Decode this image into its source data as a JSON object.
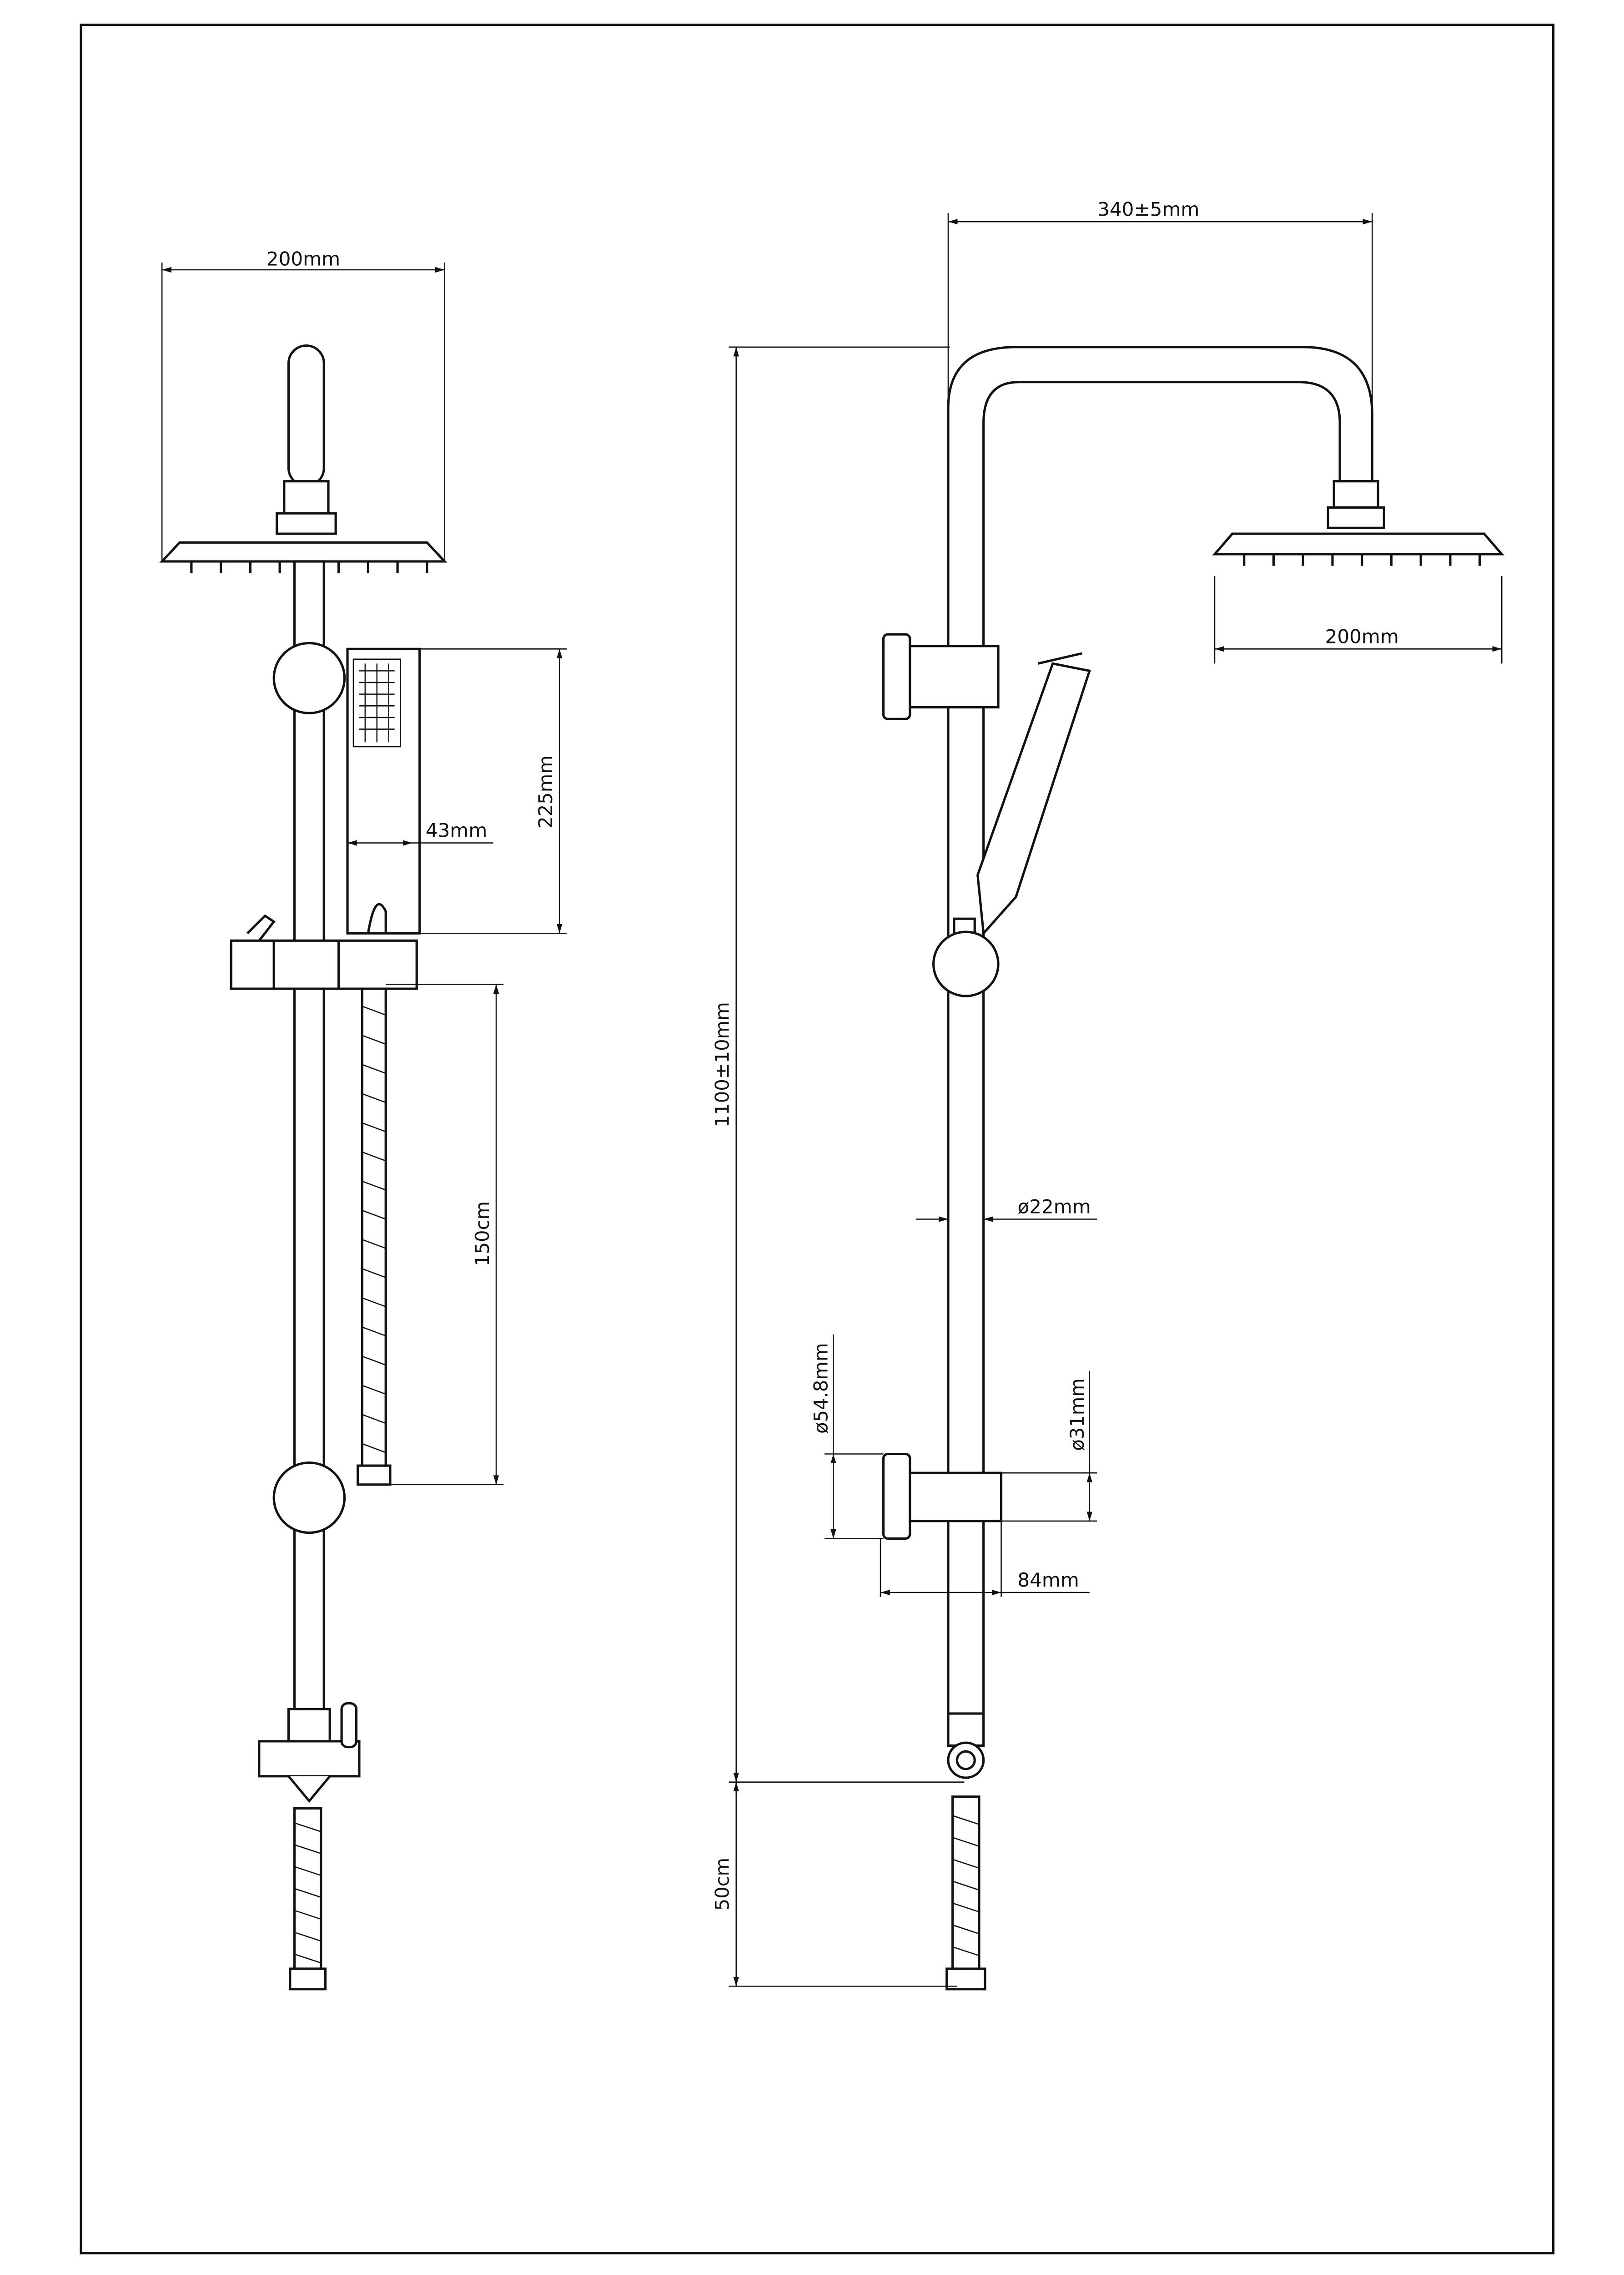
{
  "front_view": {
    "overhead_width": "200mm",
    "hand_shower_width": "43mm",
    "hand_shower_length": "225mm",
    "hose_length": "150cm"
  },
  "side_view": {
    "arm_projection": "340±5mm",
    "overhead_width": "200mm",
    "total_height": "1100±10mm",
    "rail_diameter": "ø22mm",
    "holder_diameter": "ø54.8mm",
    "slider_diameter": "ø31mm",
    "slider_depth": "84mm",
    "inlet_hose_length": "50cm"
  }
}
